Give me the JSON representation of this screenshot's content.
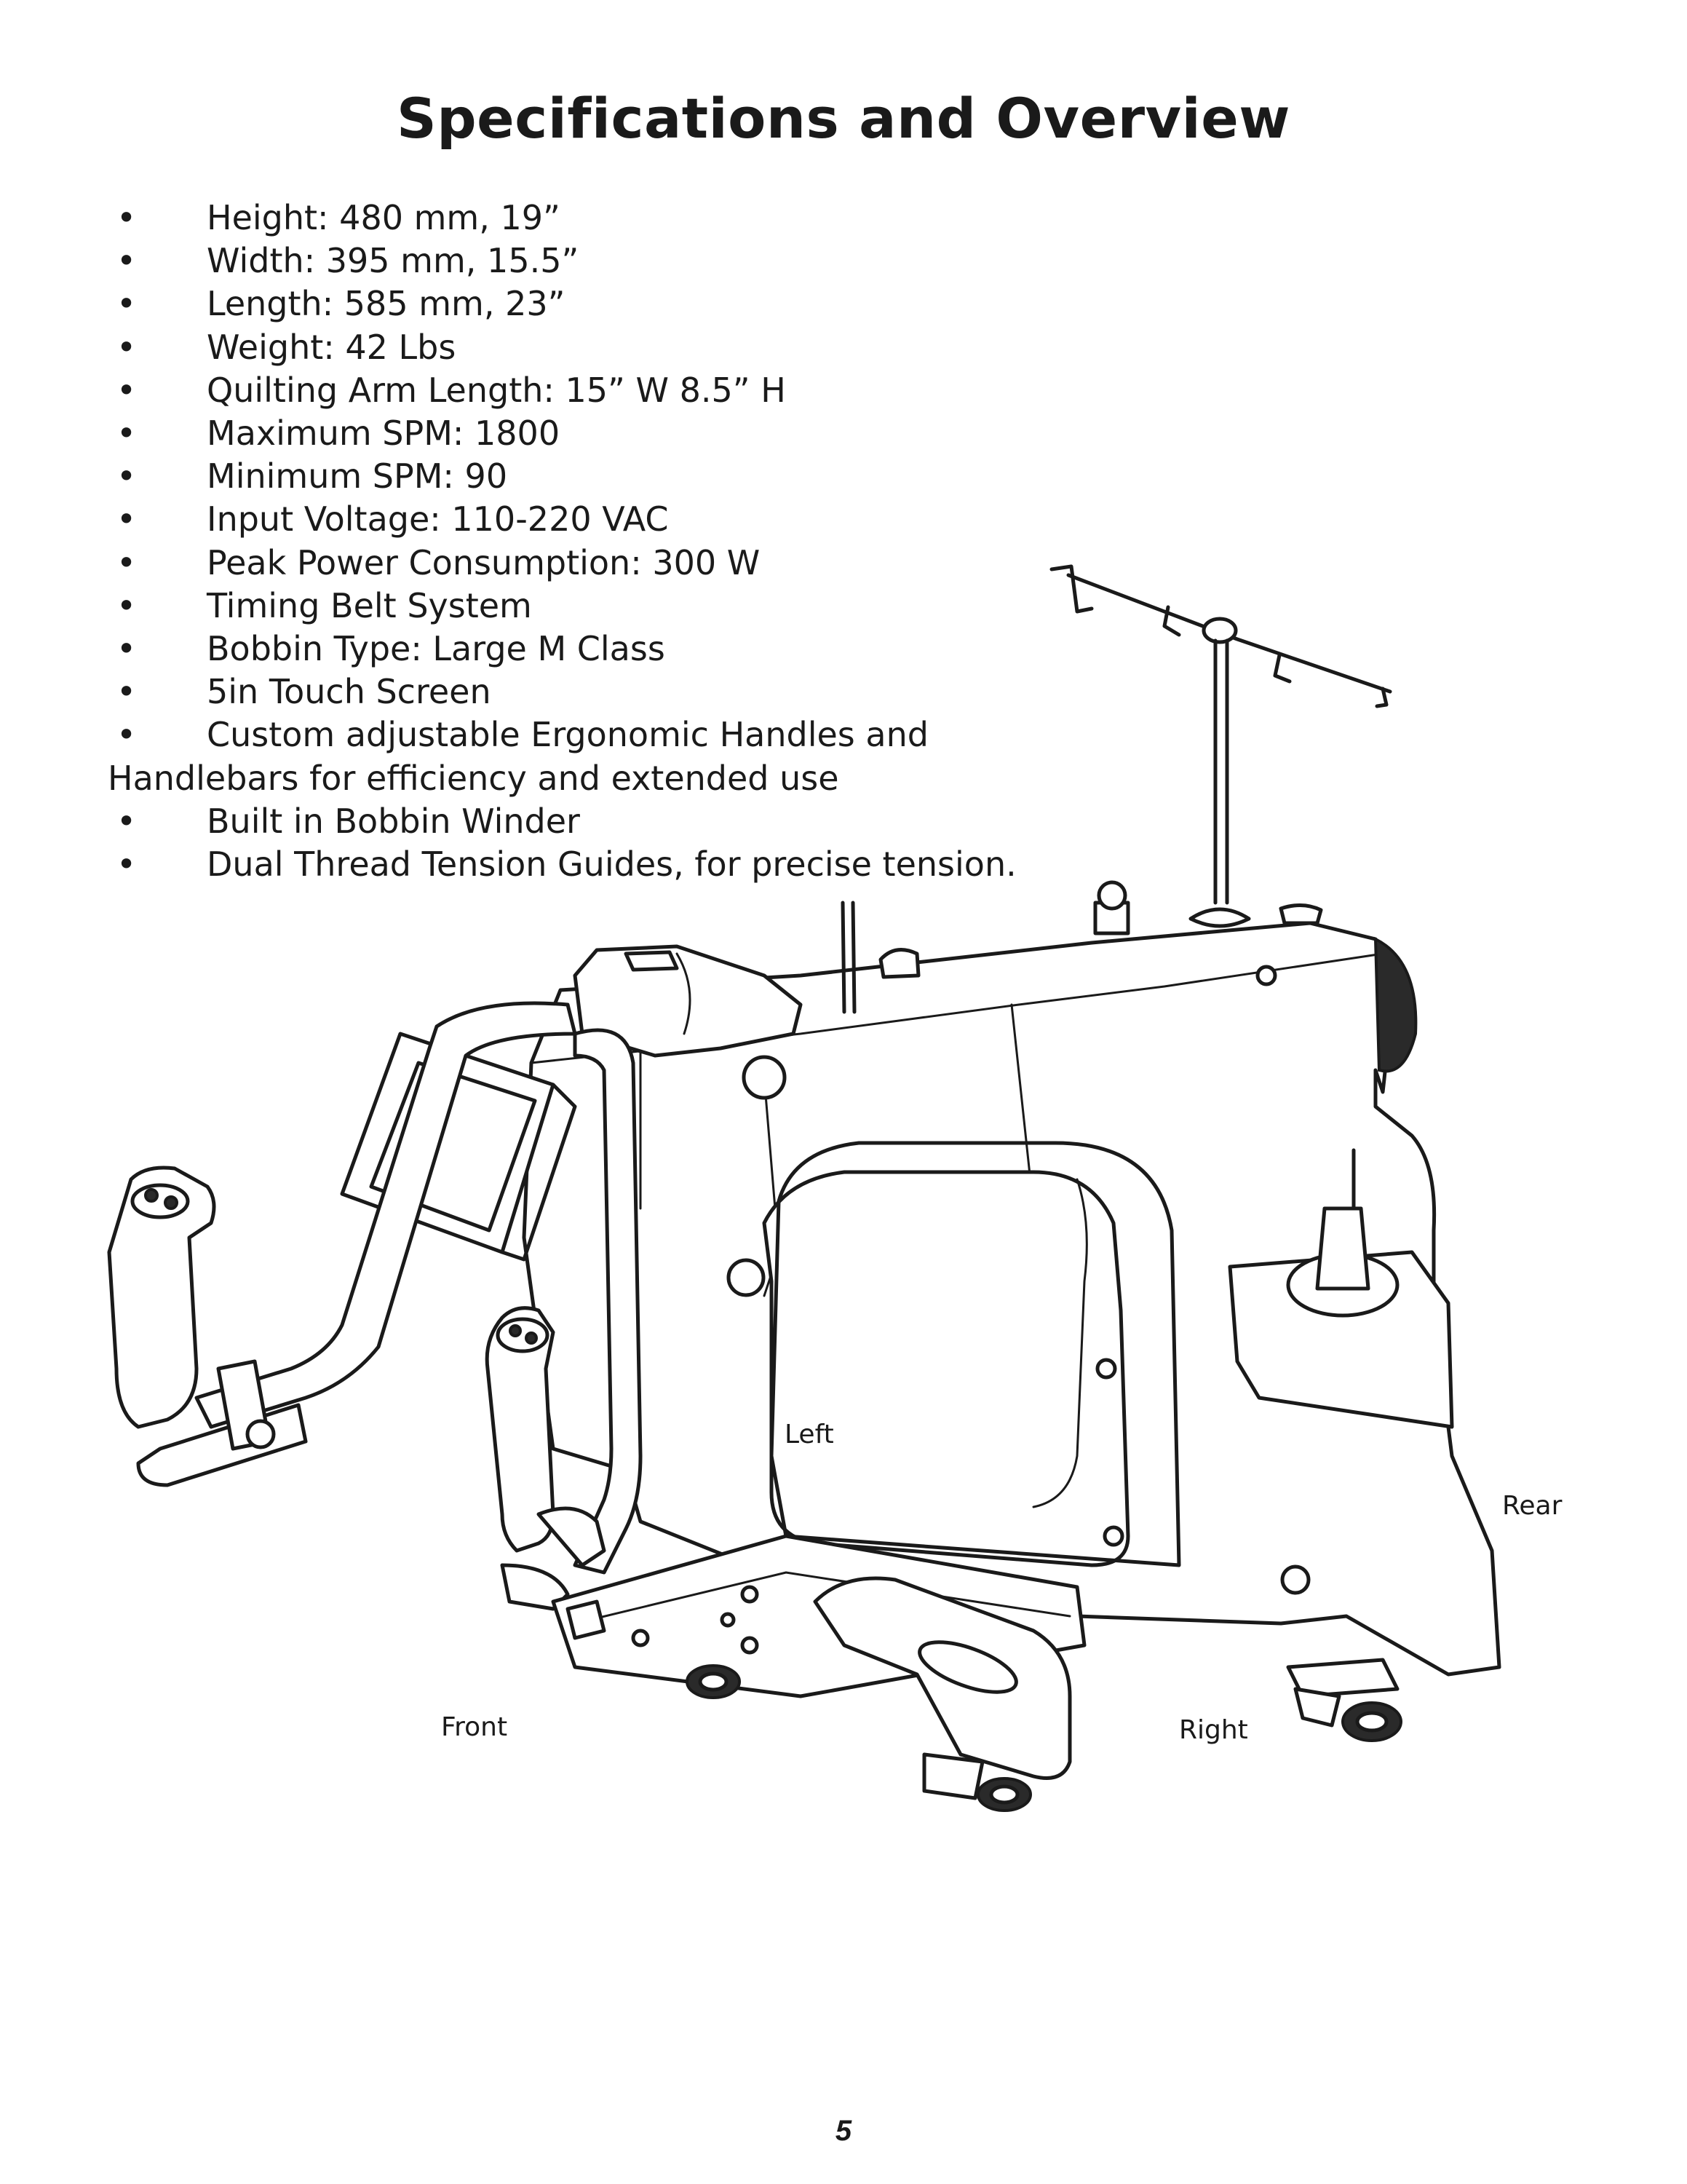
{
  "title": "Specifications and Overview",
  "bullet_glyph": "•",
  "specs": [
    "Height: 480 mm, 19”",
    "Width: 395 mm, 15.5”",
    "Length: 585 mm, 23”",
    "Weight: 42 Lbs",
    "Quilting Arm Length: 15” W 8.5” H",
    "Maximum SPM: 1800",
    "Minimum SPM: 90",
    "Input Voltage: 110-220 VAC",
    "Peak Power Consumption: 300 W",
    "Timing Belt System",
    "Bobbin Type: Large M Class",
    "5in Touch Screen"
  ],
  "spec_wrapped": {
    "first_line": "Custom adjustable Ergonomic Handles and",
    "second_line": "Handlebars for efficiency and extended use"
  },
  "specs_after": [
    "Built in Bobbin Winder",
    "Dual Thread Tension Guides, for precise tension."
  ],
  "illustration": {
    "labels": {
      "left": "Left",
      "rear": "Rear",
      "front": "Front",
      "right": "Right"
    }
  },
  "page_number": "5"
}
